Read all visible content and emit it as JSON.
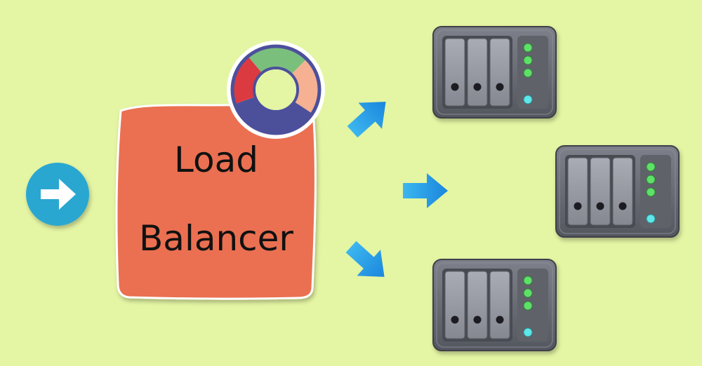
{
  "background_color": "#e4f5a3",
  "load_balancer": {
    "label_line1": "Load",
    "label_line2": "Balancer",
    "fill_color": "#ea6f51",
    "ring_colors": [
      "#7bbf7d",
      "#f5b192",
      "#4c509b",
      "#dc3a41"
    ]
  },
  "input_icon": {
    "name": "arrow-right-icon",
    "color": "#2aa7d1"
  },
  "routing_arrows": [
    {
      "name": "arrow-up-right-icon"
    },
    {
      "name": "arrow-right-icon"
    },
    {
      "name": "arrow-down-right-icon"
    }
  ],
  "arrow_color": "#1d8ee0",
  "servers": [
    {
      "name": "server-top",
      "icon": "server-icon",
      "drive_bays": 3,
      "status_lights": 3
    },
    {
      "name": "server-middle",
      "icon": "server-icon",
      "drive_bays": 3,
      "status_lights": 3
    },
    {
      "name": "server-bottom",
      "icon": "server-icon",
      "drive_bays": 3,
      "status_lights": 3
    }
  ],
  "server_colors": {
    "body": "#6b6e78",
    "bay": "#9a9da6",
    "light_green": "#5fe069",
    "light_cyan": "#5ee6e8"
  }
}
